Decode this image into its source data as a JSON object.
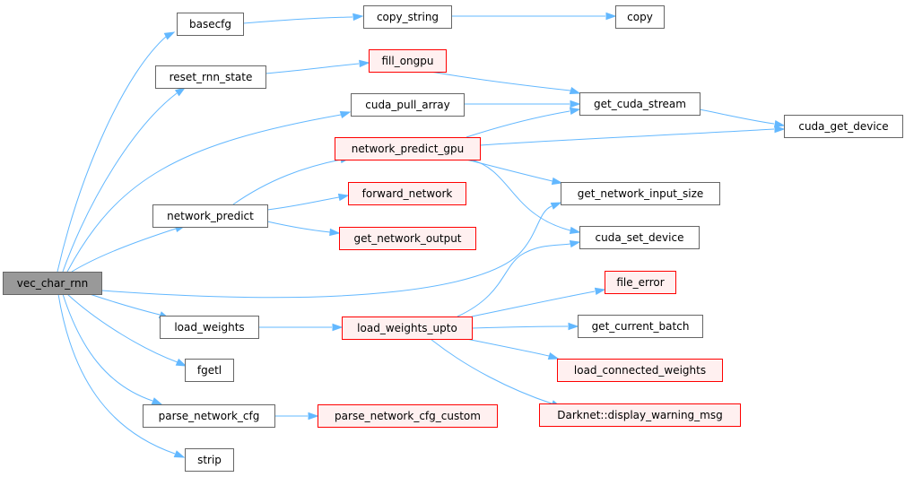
{
  "colors": {
    "edge": "#63b8ff",
    "root_fill": "#999999",
    "node_fill": "#ffffff",
    "node_border": "#666666",
    "truncated_fill": "#fff0f0",
    "truncated_border": "#ff0000"
  },
  "nodes": {
    "vec_char_rnn": "vec_char_rnn",
    "basecfg": "basecfg",
    "copy_string": "copy_string",
    "copy": "copy",
    "reset_rnn_state": "reset_rnn_state",
    "fill_ongpu": "fill_ongpu",
    "cuda_pull_array": "cuda_pull_array",
    "get_cuda_stream": "get_cuda_stream",
    "cuda_get_device": "cuda_get_device",
    "network_predict_gpu": "network_predict_gpu",
    "network_predict": "network_predict",
    "forward_network": "forward_network",
    "get_network_input_size": "get_network_input_size",
    "get_network_output": "get_network_output",
    "cuda_set_device": "cuda_set_device",
    "file_error": "file_error",
    "load_weights": "load_weights",
    "load_weights_upto": "load_weights_upto",
    "get_current_batch": "get_current_batch",
    "fgetl": "fgetl",
    "load_connected_weights": "load_connected_weights",
    "display_warning_msg": "Darknet::display_warning_msg",
    "parse_network_cfg": "parse_network_cfg",
    "parse_network_cfg_custom": "parse_network_cfg_custom",
    "strip": "strip"
  }
}
